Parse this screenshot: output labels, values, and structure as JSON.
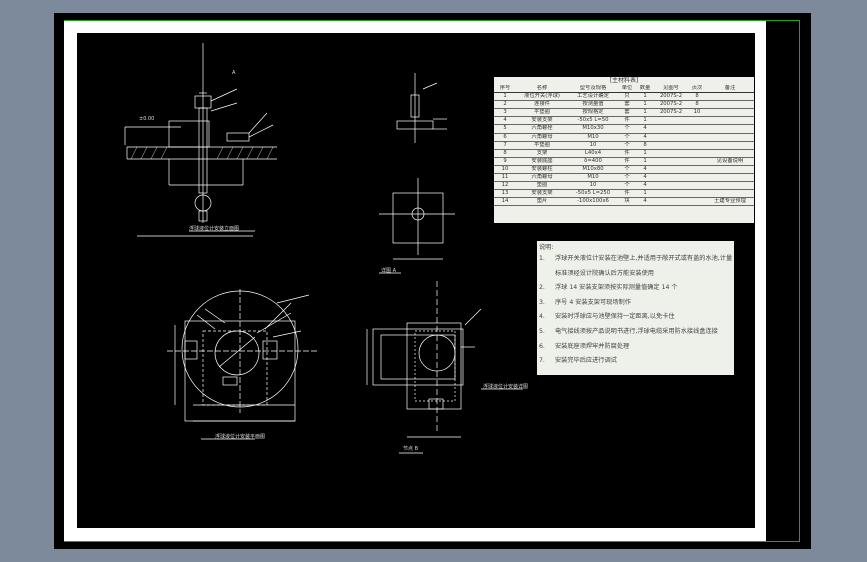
{
  "sheet": {
    "background": "#7d8a9c",
    "frame_color": "#1aa51a",
    "line_color": "#ffffff"
  },
  "bom": {
    "title": "[主材料表]",
    "headers": [
      "序号",
      "名称",
      "型号及规格",
      "单位",
      "数量",
      "见图号",
      "页次",
      "备注"
    ],
    "rows": [
      [
        "1",
        "液位开关(浮球)",
        "工艺设计确定",
        "只",
        "1",
        "2007S-2",
        "8",
        ""
      ],
      [
        "2",
        "连接件",
        "按测量值",
        "套",
        "1",
        "2007S-2",
        "8",
        ""
      ],
      [
        "3",
        "平垫圈",
        "按规格定",
        "套",
        "1",
        "2007S-2",
        "10",
        ""
      ],
      [
        "4",
        "安装支架",
        "-50x5 L=50",
        "件",
        "1",
        "",
        "",
        ""
      ],
      [
        "5",
        "六角螺栓",
        "M10x30",
        "个",
        "4",
        "",
        "",
        ""
      ],
      [
        "6",
        "六角螺母",
        "M10",
        "个",
        "4",
        "",
        "",
        ""
      ],
      [
        "7",
        "平垫圈",
        "10",
        "个",
        "8",
        "",
        "",
        ""
      ],
      [
        "8",
        "支架",
        "L40x4",
        "件",
        "1",
        "",
        "",
        ""
      ],
      [
        "9",
        "安装底座",
        "δ=400",
        "件",
        "1",
        "",
        "",
        "见设备说明"
      ],
      [
        "10",
        "安装螺柱",
        "M10x80",
        "个",
        "4",
        "",
        "",
        ""
      ],
      [
        "11",
        "六角螺母",
        "M10",
        "个",
        "4",
        "",
        "",
        ""
      ],
      [
        "12",
        "垫圈",
        "10",
        "个",
        "4",
        "",
        "",
        ""
      ],
      [
        "13",
        "安装支架",
        "-50x5 L=250",
        "件",
        "1",
        "",
        "",
        ""
      ],
      [
        "14",
        "垫片",
        "-100x100x6",
        "块",
        "4",
        "",
        "",
        "土建专业预埋"
      ]
    ]
  },
  "notes": {
    "title": "说明:",
    "items": [
      {
        "n": "1.",
        "text": "浮球开关液位计安装在池壁上,并适用于敞开式或有盖的水池,计量"
      },
      {
        "n": "",
        "text": "标准须经设计院确认后方能安装使用"
      },
      {
        "n": "2.",
        "text": "浮球 14 安装支架须按实际测量值确定 14 个"
      },
      {
        "n": "3.",
        "text": "序号 4 安装支架可现场制作"
      },
      {
        "n": "4.",
        "text": "安装时浮球应与池壁保持一定距离,以免卡住"
      },
      {
        "n": "5.",
        "text": "电气接线须按产品说明书进行,浮球电缆采用防水接线盒连接"
      },
      {
        "n": "6.",
        "text": "安装底座须焊牢并防腐处理"
      },
      {
        "n": "7.",
        "text": "安装完毕后应进行调试"
      }
    ]
  },
  "labels": {
    "side_view": "浮球液位计安装立面图",
    "plan_view": "浮球液位计安装平面图",
    "detail_a": "详图 A",
    "detail_b": "浮球液位计安装详图",
    "detail_c": "节点 B",
    "leveling": "±0.00",
    "detail_mark": "A"
  }
}
